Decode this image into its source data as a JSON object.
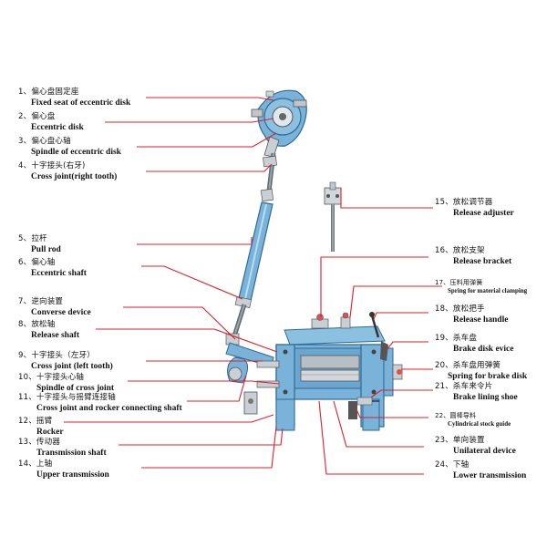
{
  "labels_left": [
    {
      "num": "1、",
      "zh": "偏心盘固定座",
      "en": "Fixed seat of eccentric disk"
    },
    {
      "num": "2、",
      "zh": "偏心盘",
      "en": "Eccentric disk"
    },
    {
      "num": "3、",
      "zh": "偏心盘心轴",
      "en": "Spindle of eccentric disk"
    },
    {
      "num": "4、",
      "zh": "十字接头(右牙)",
      "en": "Cross joint(right tooth)"
    },
    {
      "num": "5、",
      "zh": "拉杆",
      "en": "Pull rod"
    },
    {
      "num": "6、",
      "zh": "偏心轴",
      "en": "Eccentric shaft"
    },
    {
      "num": "7、",
      "zh": "逆向装置",
      "en": "Converse device"
    },
    {
      "num": "8、",
      "zh": "放松轴",
      "en": "Release shaft"
    },
    {
      "num": "9、",
      "zh": "十字接头（左牙）",
      "en": "Cross joint (left tooth)"
    },
    {
      "num": "10、",
      "zh": "十字接头心轴",
      "en": "Spindle of cross joint"
    },
    {
      "num": "11、",
      "zh": "十字接头与摇臂连接轴",
      "en": "Cross joint and rocker connecting shaft"
    },
    {
      "num": "12、",
      "zh": "摇臂",
      "en": "Rocker"
    },
    {
      "num": "13、",
      "zh": "传动器",
      "en": "Transmission shaft"
    },
    {
      "num": "14、",
      "zh": "上轴",
      "en": "Upper transmission"
    }
  ],
  "labels_right": [
    {
      "num": "15、",
      "zh": "放松调节器",
      "en": "Release adjuster"
    },
    {
      "num": "16、",
      "zh": "放松支架",
      "en": "Release bracket"
    },
    {
      "num": "17、",
      "zh": "压料用弹簧",
      "en": "Spring for material clamping"
    },
    {
      "num": "18、",
      "zh": "放松把手",
      "en": "Release handle"
    },
    {
      "num": "19、",
      "zh": "杀车盘",
      "en": "Brake disk evice"
    },
    {
      "num": "20、",
      "zh": "杀车盘用弹簧",
      "en": "Spring for brake disk"
    },
    {
      "num": "21、",
      "zh": "杀车来令片",
      "en": "Brake lining shoe"
    },
    {
      "num": "22、",
      "zh": "圆棒导料",
      "en": "Cylindrical stock guide"
    },
    {
      "num": "23、",
      "zh": "单向装置",
      "en": "Unilateral device"
    },
    {
      "num": "24、",
      "zh": "下轴",
      "en": "Lower transmission"
    }
  ],
  "colors": {
    "machine_blue": "#7ab3d9",
    "machine_dark": "#3d7fae",
    "leader_red": "#d9202a",
    "text": "#111111"
  }
}
